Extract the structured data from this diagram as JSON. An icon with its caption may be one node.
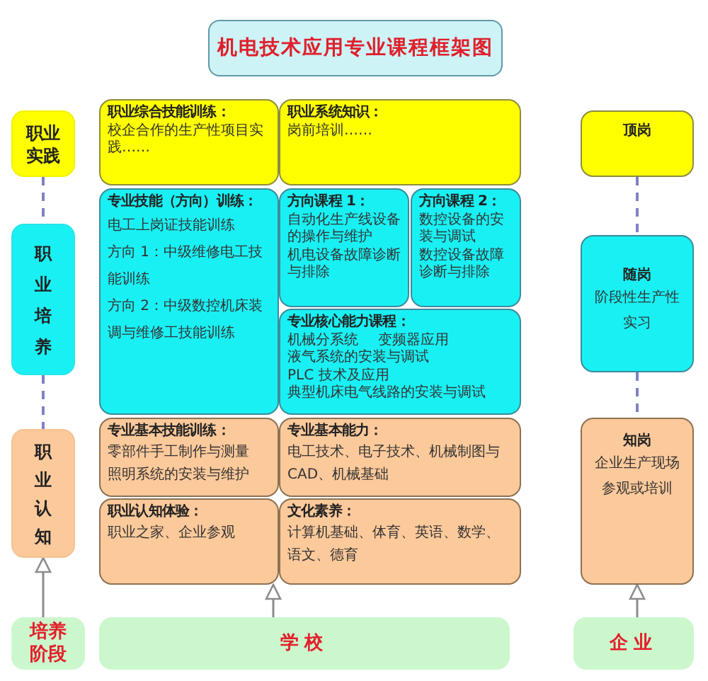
{
  "diagram": {
    "title": "机电技术应用专业课程框架图",
    "nodes": [
      {
        "text": [
          "职业实践"
        ]
      },
      {
        "text": [
          "职业综合技能训练：",
          "校企合作的生产性项目实践……"
        ]
      },
      {
        "text": [
          "职业系统知识：",
          "岗前培训……"
        ]
      },
      {
        "text": [
          "顶岗"
        ]
      },
      {
        "text": [
          "职业培养"
        ]
      },
      {
        "text": [
          "专业技能（方向）训练：",
          "电工上岗证技能训练",
          "方向 1：中级维修电工技能训练",
          "方向 2：中级数控机床装调与维修工技能训练"
        ]
      },
      {
        "text": [
          "方向课程 1：",
          "自动化生产线设备的操作与维护",
          "机电设备故障诊断与排除"
        ]
      },
      {
        "text": [
          "方向课程 2：",
          "数控设备的安装与调试",
          "数控设备故障诊断与排除"
        ]
      },
      {
        "text": [
          "专业核心能力课程：",
          "机械分系统",
          "变频器应用",
          "液气系统的安装与调试",
          "PLC 技术及应用",
          "典型机床电气线路的安装与调试"
        ]
      },
      {
        "text": [
          "随岗",
          "阶段性生产性实习"
        ]
      },
      {
        "text": [
          "职业认知"
        ]
      },
      {
        "text": [
          "专业基本技能训练：",
          "零部件手工制作与测量",
          "照明系统的安装与维护"
        ]
      },
      {
        "text": [
          "专业基本能力：",
          "电工技术、电子技术、机械制图与CAD、机械基础"
        ]
      },
      {
        "text": [
          "知岗",
          "企业生产现场参观或培训"
        ]
      },
      {
        "text": [
          "职业认知体验：",
          "职业之家、企业参观"
        ]
      },
      {
        "text": [
          "文化素养：",
          "计算机基础、体育、英语、数学、语文、德育"
        ]
      },
      {
        "text": [
          "培养阶段"
        ]
      },
      {
        "text": [
          "学校"
        ]
      },
      {
        "text": [
          "企业"
        ]
      }
    ],
    "edges": [
      {
        "from": 0,
        "to": 4,
        "arrow": "none",
        "style": "dashed"
      },
      {
        "from": 4,
        "to": 10,
        "arrow": "none",
        "style": "dashed"
      },
      {
        "from": 16,
        "to": 10,
        "arrow": "to",
        "color": "#8c8c8c"
      },
      {
        "from": 17,
        "to": 14,
        "arrow": "to",
        "color": "#8c8c8c"
      },
      {
        "from": 3,
        "to": 9,
        "arrow": "none",
        "style": "dashed"
      },
      {
        "from": 9,
        "to": 13,
        "arrow": "none",
        "style": "dashed"
      },
      {
        "from": 18,
        "to": 13,
        "arrow": "to",
        "color": "#8c8c8c"
      }
    ]
  }
}
